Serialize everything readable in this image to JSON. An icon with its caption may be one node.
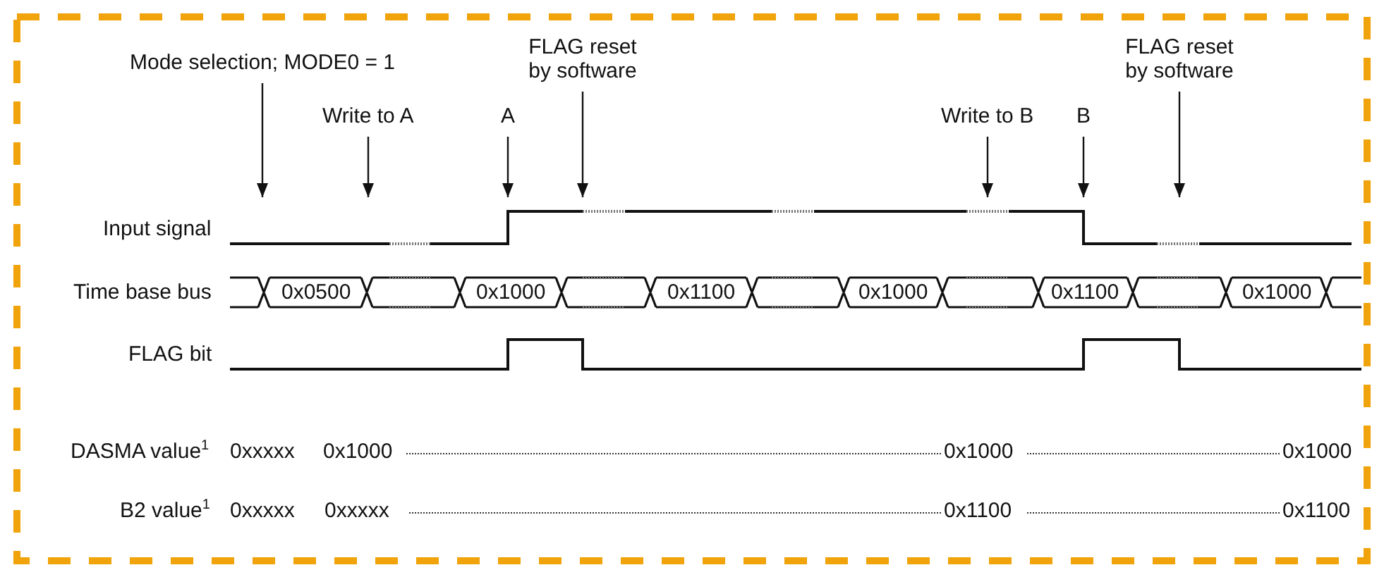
{
  "diagram": {
    "nodes": [
      {
        "text": [
          "Mode selection; MODE0 = 1"
        ]
      },
      {
        "text": [
          "Write to A"
        ]
      },
      {
        "text": [
          "A"
        ]
      },
      {
        "text": [
          "FLAG reset by software"
        ]
      },
      {
        "text": [
          "Write to B"
        ]
      },
      {
        "text": [
          "B"
        ]
      },
      {
        "text": [
          "FLAG reset by software"
        ]
      }
    ],
    "edges": [
      {
        "from": 0,
        "to": null,
        "arrow": "to"
      },
      {
        "from": 1,
        "to": null,
        "arrow": "to"
      },
      {
        "from": 2,
        "to": null,
        "arrow": "to"
      },
      {
        "from": 3,
        "to": null,
        "arrow": "to"
      },
      {
        "from": 4,
        "to": null,
        "arrow": "to"
      },
      {
        "from": 5,
        "to": null,
        "arrow": "to"
      },
      {
        "from": 6,
        "to": null,
        "arrow": "to"
      }
    ],
    "labels": [
      "Input signal",
      "Time base bus",
      "0x0500",
      "0x1000",
      "0x1100",
      "0x1000",
      "0x1100",
      "0x1000",
      "FLAG bit",
      "DASMA value$^{1}$",
      "0xxxxx",
      "0x1000",
      "0x1000",
      "0x1000",
      "B2 value$^{1}$",
      "0xxxxx",
      "0xxxxx",
      "0x1100",
      "0x1100"
    ]
  }
}
